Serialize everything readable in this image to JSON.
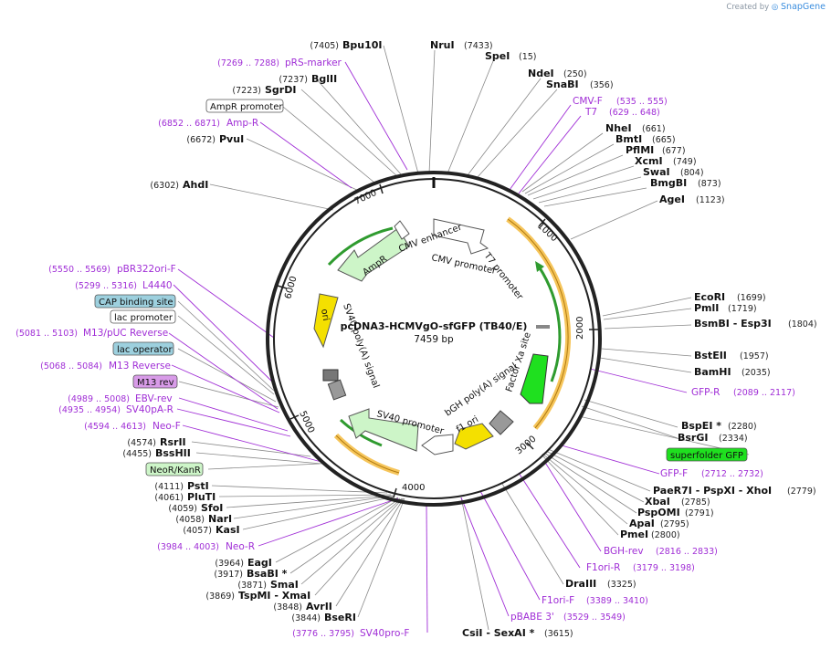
{
  "branding": {
    "prefix": "Created by",
    "name": "SnapGene"
  },
  "plasmid": {
    "name": "pcDNA3-HCMVgO-sfGFP (TB40/E)",
    "length": "7459 bp"
  },
  "ticks": [
    "1000",
    "2000",
    "3000",
    "4000",
    "5000",
    "6000",
    "7000"
  ],
  "sites_right": [
    {
      "name": "NruI",
      "pos": "(7433)"
    },
    {
      "name": "SpeI",
      "pos": "(15)"
    },
    {
      "name": "NdeI",
      "pos": "(250)"
    },
    {
      "name": "SnaBI",
      "pos": "(356)"
    },
    {
      "name": "NheI",
      "pos": "(661)"
    },
    {
      "name": "BmtI",
      "pos": "(665)"
    },
    {
      "name": "PflMI",
      "pos": "(677)"
    },
    {
      "name": "XcmI",
      "pos": "(749)"
    },
    {
      "name": "SwaI",
      "pos": "(804)"
    },
    {
      "name": "BmgBI",
      "pos": "(873)"
    },
    {
      "name": "AgeI",
      "pos": "(1123)"
    },
    {
      "name": "EcoRI",
      "pos": "(1699)"
    },
    {
      "name": "PmlI",
      "pos": "(1719)"
    },
    {
      "name": "BsmBI - Esp3I",
      "pos": "(1804)"
    },
    {
      "name": "BstEII",
      "pos": "(1957)"
    },
    {
      "name": "BamHI",
      "pos": "(2035)"
    },
    {
      "name": "BspEI *",
      "pos": "(2280)"
    },
    {
      "name": "BsrGI",
      "pos": "(2334)"
    },
    {
      "name": "PaeR7I - PspXI - XhoI",
      "pos": "(2779)"
    },
    {
      "name": "XbaI",
      "pos": "(2785)"
    },
    {
      "name": "PspOMI",
      "pos": "(2791)"
    },
    {
      "name": "ApaI",
      "pos": "(2795)"
    },
    {
      "name": "PmeI",
      "pos": "(2800)"
    },
    {
      "name": "DraIII",
      "pos": "(3325)"
    },
    {
      "name": "CsiI - SexAI *",
      "pos": "(3615)"
    }
  ],
  "sites_left": [
    {
      "name": "Bpu10I",
      "pos": "(7405)"
    },
    {
      "name": "BglII",
      "pos": "(7237)"
    },
    {
      "name": "SgrDI",
      "pos": "(7223)"
    },
    {
      "name": "PvuI",
      "pos": "(6672)"
    },
    {
      "name": "AhdI",
      "pos": "(6302)"
    },
    {
      "name": "RsrII",
      "pos": "(4574)"
    },
    {
      "name": "BssHII",
      "pos": "(4455)"
    },
    {
      "name": "PstI",
      "pos": "(4111)"
    },
    {
      "name": "PluTI",
      "pos": "(4061)"
    },
    {
      "name": "SfoI",
      "pos": "(4059)"
    },
    {
      "name": "NarI",
      "pos": "(4058)"
    },
    {
      "name": "KasI",
      "pos": "(4057)"
    },
    {
      "name": "EagI",
      "pos": "(3964)"
    },
    {
      "name": "BsaBI *",
      "pos": "(3917)"
    },
    {
      "name": "SmaI",
      "pos": "(3871)"
    },
    {
      "name": "TspMI - XmaI",
      "pos": "(3869)"
    },
    {
      "name": "AvrII",
      "pos": "(3848)"
    },
    {
      "name": "BseRI",
      "pos": "(3844)"
    }
  ],
  "primers": [
    {
      "name": "pRS-marker",
      "pos": "(7269 .. 7288)"
    },
    {
      "name": "Amp-R",
      "pos": "(6852 .. 6871)"
    },
    {
      "name": "CMV-F",
      "pos": "(535 .. 555)"
    },
    {
      "name": "T7",
      "pos": "(629 .. 648)"
    },
    {
      "name": "GFP-R",
      "pos": "(2089 .. 2117)"
    },
    {
      "name": "GFP-F",
      "pos": "(2712 .. 2732)"
    },
    {
      "name": "BGH-rev",
      "pos": "(2816 .. 2833)"
    },
    {
      "name": "F1ori-R",
      "pos": "(3179 .. 3198)"
    },
    {
      "name": "F1ori-F",
      "pos": "(3389 .. 3410)"
    },
    {
      "name": "pBABE 3'",
      "pos": "(3529 .. 3549)"
    },
    {
      "name": "SV40pro-F",
      "pos": "(3776 .. 3795)"
    },
    {
      "name": "Neo-R",
      "pos": "(3984 .. 4003)"
    },
    {
      "name": "Neo-F",
      "pos": "(4594 .. 4613)"
    },
    {
      "name": "SV40pA-R",
      "pos": "(4935 .. 4954)"
    },
    {
      "name": "EBV-rev",
      "pos": "(4989 .. 5008)"
    },
    {
      "name": "M13 Reverse",
      "pos": "(5068 .. 5084)"
    },
    {
      "name": "M13/pUC Reverse",
      "pos": "(5081 .. 5103)"
    },
    {
      "name": "L4440",
      "pos": "(5299 .. 5316)"
    },
    {
      "name": "pBR322ori-F",
      "pos": "(5550 .. 5569)"
    }
  ],
  "boxed_features": [
    {
      "name": "AmpR promoter",
      "color": "#ffffff"
    },
    {
      "name": "CAP binding site",
      "color": "#9dd0de"
    },
    {
      "name": "lac promoter",
      "color": "#ffffff"
    },
    {
      "name": "lac operator",
      "color": "#9dd0de"
    },
    {
      "name": "M13 rev",
      "color": "#d89be8"
    },
    {
      "name": "NeoR/KanR",
      "color": "#cdf5c8"
    },
    {
      "name": "superfolder GFP",
      "color": "#1fe01f"
    }
  ],
  "inner_features": [
    {
      "name": "CMV enhancer"
    },
    {
      "name": "CMV promoter"
    },
    {
      "name": "T7 promoter"
    },
    {
      "name": "Factor Xa site"
    },
    {
      "name": "bGH poly(A) signal"
    },
    {
      "name": "f1 ori"
    },
    {
      "name": "SV40 promoter"
    },
    {
      "name": "SV40 poly(A) signal"
    },
    {
      "name": "ori"
    },
    {
      "name": "AmpR"
    }
  ],
  "colors": {
    "primer": "#a02ed6",
    "gfp": "#1fe01f",
    "ori": "#f4e000",
    "ampr": "#cdf5c8",
    "promoter": "#ffffff",
    "orange_band": "#f6c55a"
  }
}
